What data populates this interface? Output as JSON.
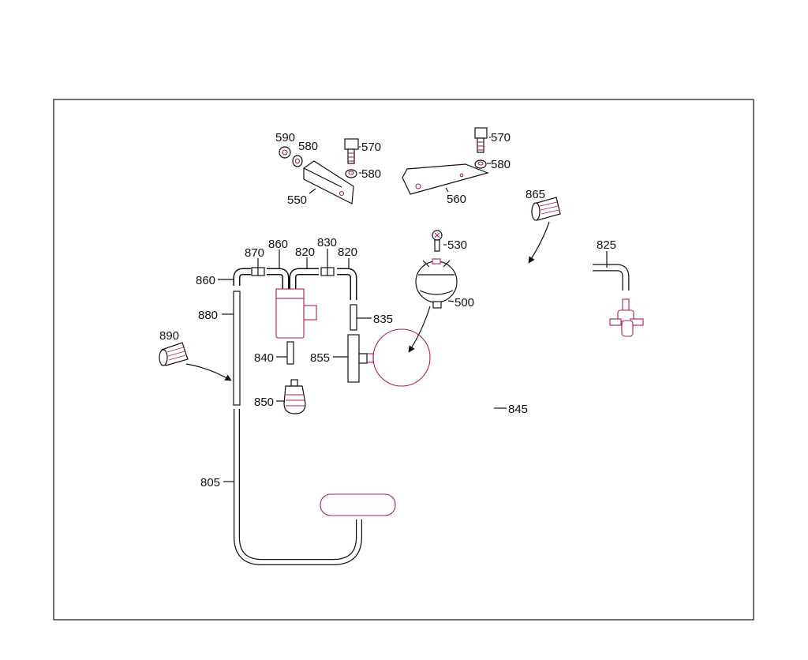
{
  "diagram": {
    "colors": {
      "line": "#111111",
      "accent": "#ad1f48",
      "background": "#ffffff"
    },
    "part_labels": {
      "p590": "590",
      "p580a": "580",
      "p570a": "570",
      "p580b": "580",
      "p550": "550",
      "p570b": "570",
      "p580c": "580",
      "p560": "560",
      "p865": "865",
      "p825": "825",
      "p530": "530",
      "p500": "500",
      "p870": "870",
      "p860a": "860",
      "p830": "830",
      "p820a": "820",
      "p820b": "820",
      "p860b": "860",
      "p880": "880",
      "p835": "835",
      "p840": "840",
      "p855": "855",
      "p890": "890",
      "p850": "850",
      "p845": "845",
      "p805": "805"
    }
  }
}
